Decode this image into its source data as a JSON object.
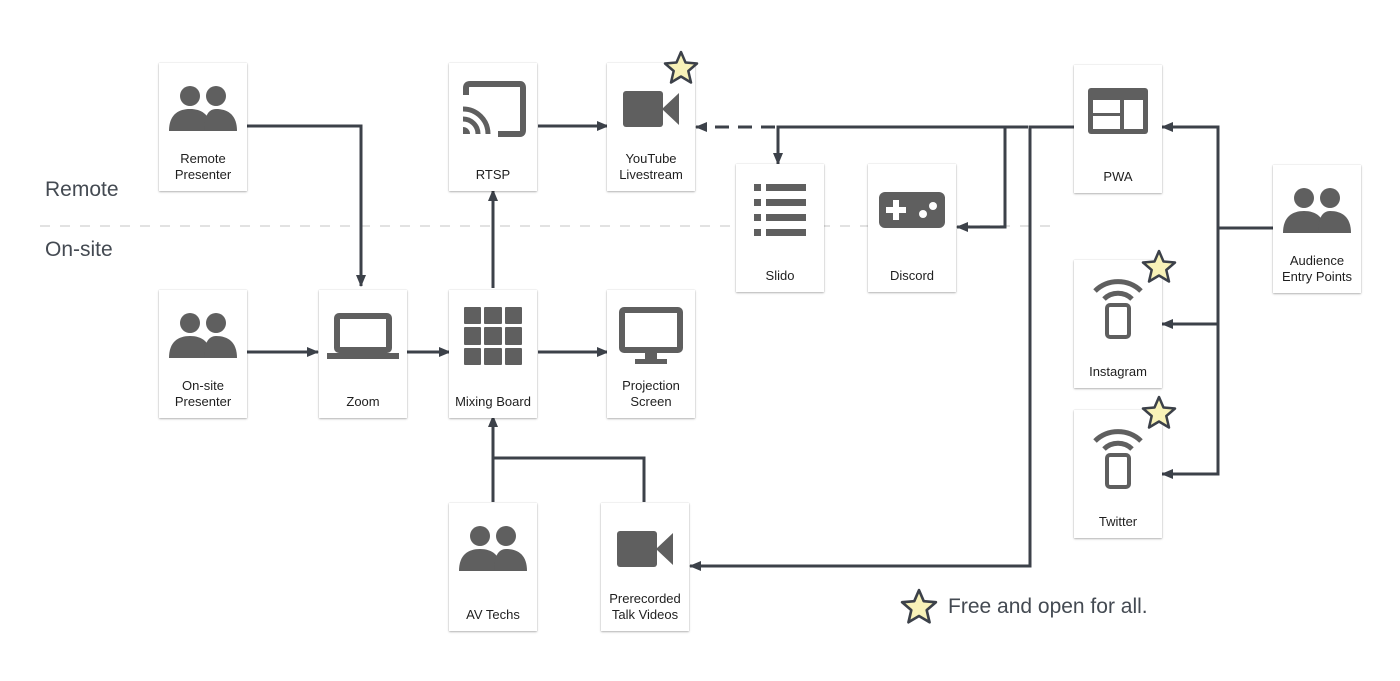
{
  "zones": {
    "remote": "Remote",
    "onsite": "On-site"
  },
  "legend": {
    "text": "Free and open for all."
  },
  "colors": {
    "arrow": "#3c4149",
    "icon": "#5f5f5f",
    "star_fill": "#f8f2b8",
    "star_stroke": "#3c4149"
  },
  "nodes": {
    "remote_presenter": {
      "label": "Remote\nPresenter",
      "icon": "people-icon"
    },
    "onsite_presenter": {
      "label": "On-site\nPresenter",
      "icon": "people-icon"
    },
    "zoom": {
      "label": "Zoom",
      "icon": "laptop-icon"
    },
    "mixing_board": {
      "label": "Mixing Board",
      "icon": "grid-icon"
    },
    "rtsp": {
      "label": "RTSP",
      "icon": "cast-icon"
    },
    "youtube": {
      "label": "YouTube\nLivestream",
      "icon": "video-camera-icon"
    },
    "projection": {
      "label": "Projection\nScreen",
      "icon": "monitor-icon"
    },
    "av_techs": {
      "label": "AV Techs",
      "icon": "people-icon"
    },
    "prerecorded": {
      "label": "Prerecorded\nTalk Videos",
      "icon": "video-camera-icon"
    },
    "slido": {
      "label": "Slido",
      "icon": "list-icon"
    },
    "discord": {
      "label": "Discord",
      "icon": "gamepad-icon"
    },
    "pwa": {
      "label": "PWA",
      "icon": "web-layout-icon"
    },
    "instagram": {
      "label": "Instagram",
      "icon": "phone-signal-icon"
    },
    "twitter": {
      "label": "Twitter",
      "icon": "phone-signal-icon"
    },
    "audience": {
      "label": "Audience\nEntry Points",
      "icon": "people-icon"
    }
  }
}
